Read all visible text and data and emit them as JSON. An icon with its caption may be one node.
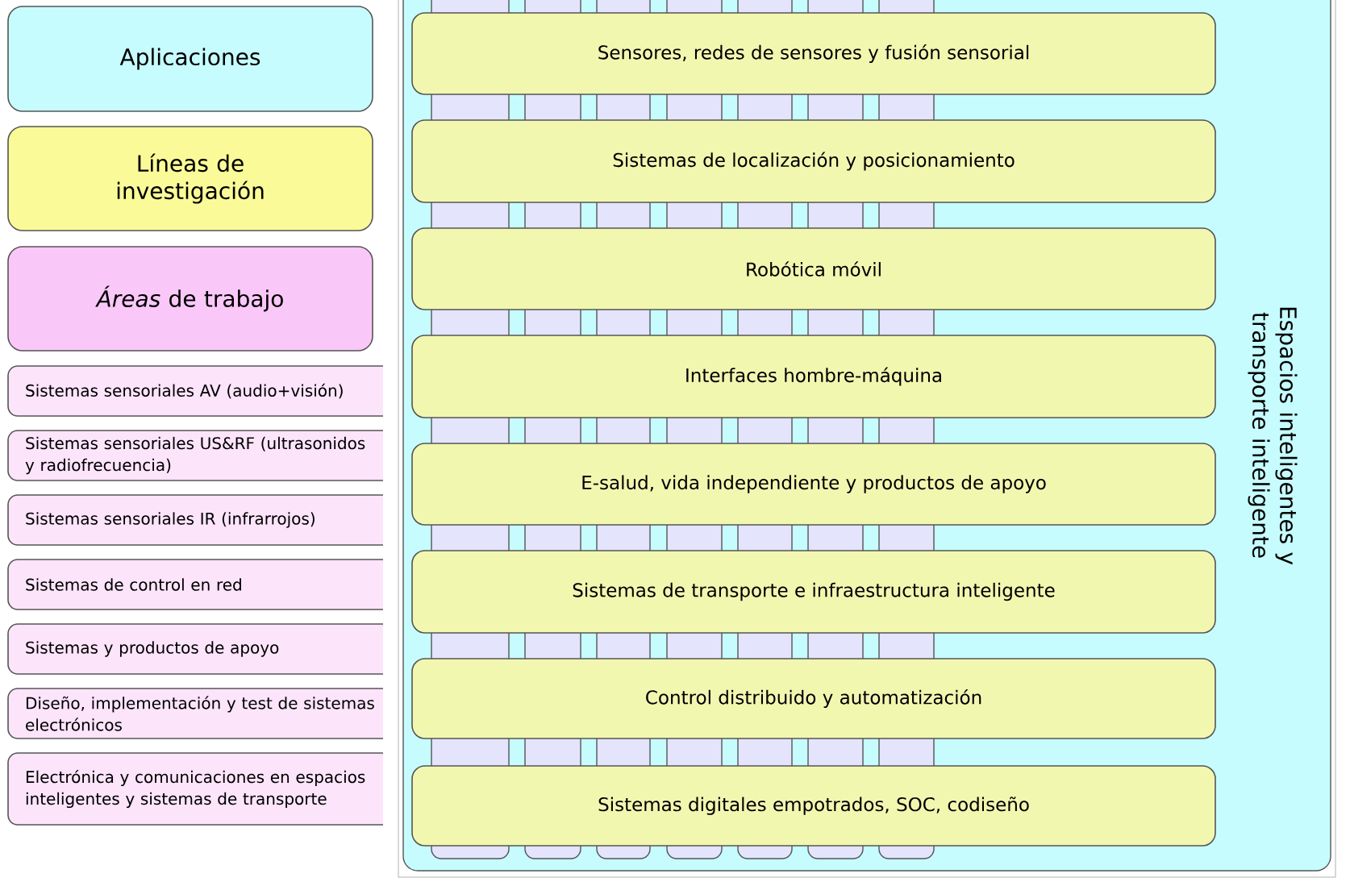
{
  "diagram": {
    "nodes": [
      {
        "text": [
          "Aplicaciones"
        ]
      },
      {
        "text": [
          "Líneas de investigación"
        ]
      },
      {
        "text": [
          "*Áreas* de trabajo"
        ]
      },
      {
        "text": [
          "Sistemas sensoriales AV (audio+visión)"
        ]
      },
      {
        "text": [
          "Sistemas sensoriales US&RF (ultrasonidos y radiofrecuencia)"
        ]
      },
      {
        "text": [
          "Sistemas sensoriales IR (infrarrojos)"
        ]
      },
      {
        "text": [
          "Sistemas de control en red"
        ]
      },
      {
        "text": [
          "Sistemas y productos de apoyo"
        ]
      },
      {
        "text": [
          "Diseño, implementación y test de sistemas electrónicos"
        ]
      },
      {
        "text": [
          "Electrónica y comunicaciones en espacios inteligentes y sistemas de transporte"
        ]
      },
      {
        "text": [
          "Espacios inteligentes y transporte inteligente"
        ]
      },
      {
        "text": [
          "Sensores, redes de sensores y fusión sensorial"
        ],
        "in": 10
      },
      {
        "text": [
          "Sistemas de localización y  posicionamiento"
        ],
        "in": 10
      },
      {
        "text": [
          "Robótica móvil"
        ],
        "in": 10
      },
      {
        "text": [
          "Interfaces hombre-máquina"
        ],
        "in": 10
      },
      {
        "text": [
          "E-salud, vida independiente y productos de apoyo"
        ],
        "in": 10
      },
      {
        "text": [
          "Sistemas de transporte e infraestructura inteligente"
        ],
        "in": 10
      },
      {
        "text": [
          "Control  distribuido y automatización"
        ],
        "in": 10
      },
      {
        "text": [
          "Sistemas digitales empotrados, SOC, codiseño"
        ],
        "in": 10
      }
    ],
    "edges": []
  }
}
